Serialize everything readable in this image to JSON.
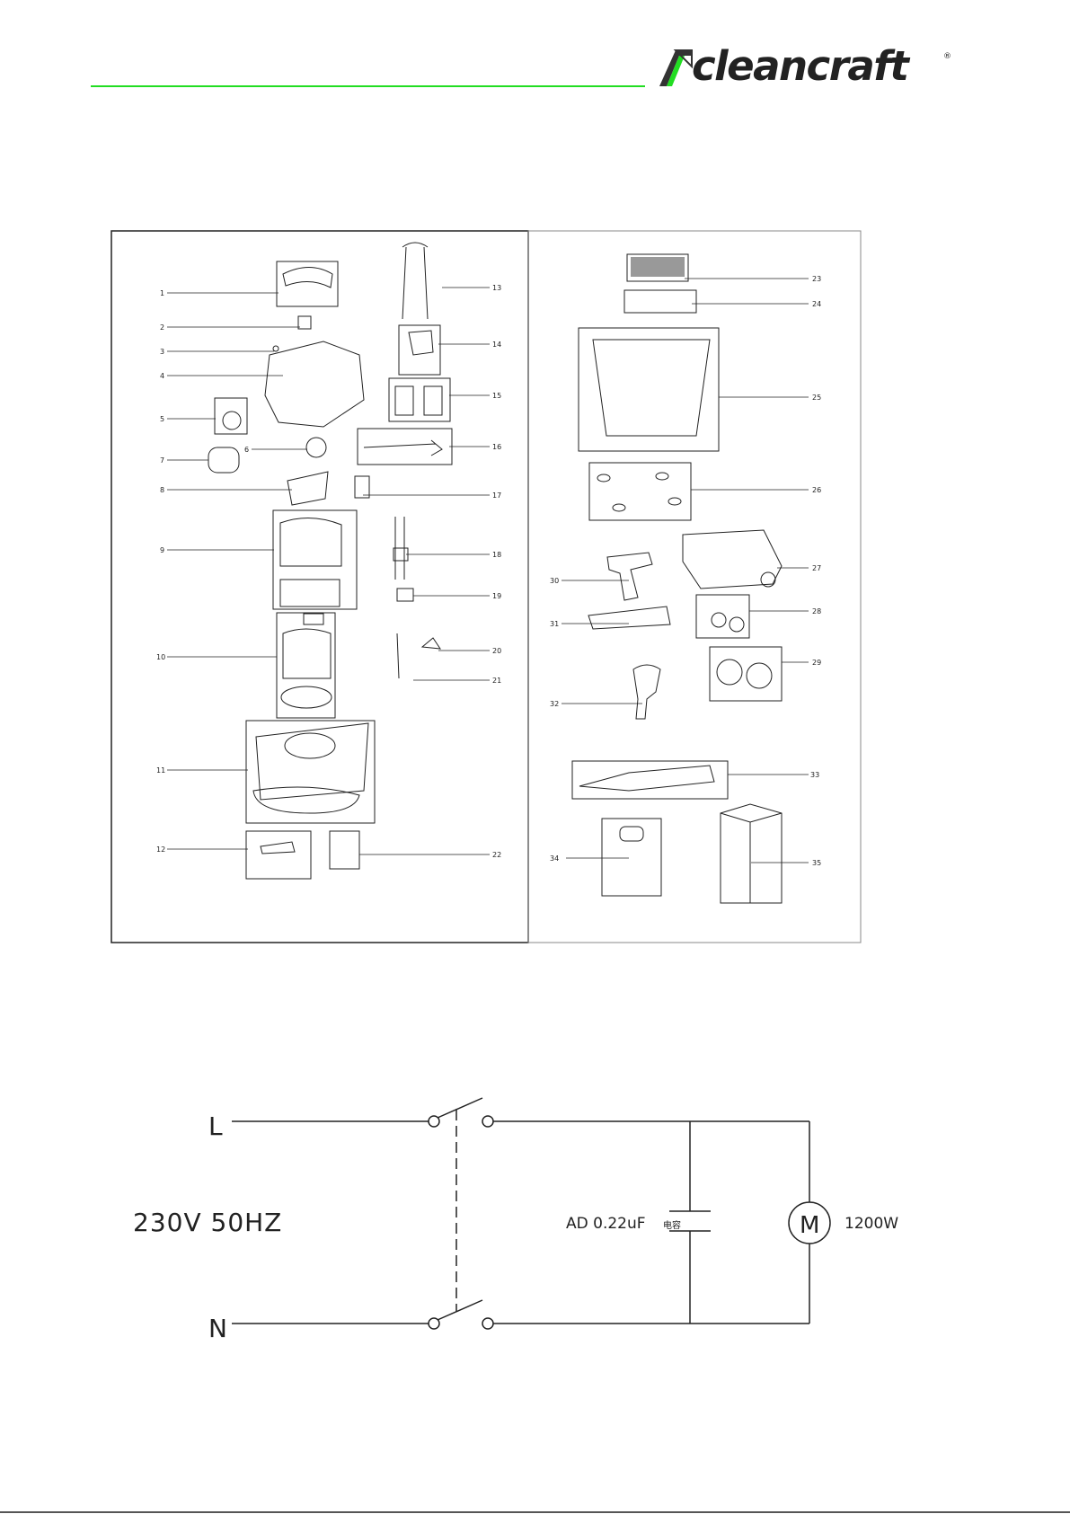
{
  "brand": {
    "name": "cleancraft",
    "registered": "®"
  },
  "colors": {
    "accent": "#22dd22",
    "ink": "#222222"
  },
  "parts_diagram": {
    "left_callouts": [
      "1",
      "2",
      "3",
      "4",
      "5",
      "7",
      "6",
      "8",
      "9",
      "10",
      "11",
      "12"
    ],
    "middle_callouts": [
      "13",
      "14",
      "15",
      "16",
      "17",
      "18",
      "19",
      "20",
      "21",
      "22"
    ],
    "right_callouts": [
      "23",
      "24",
      "25",
      "26",
      "27",
      "28",
      "29",
      "30",
      "31",
      "32",
      "33",
      "34",
      "35"
    ]
  },
  "circuit": {
    "line_label": "L",
    "neutral_label": "N",
    "supply": "230V 50HZ",
    "capacitor": "AD 0.22uF",
    "capacitor_note": "电容",
    "motor_symbol": "M",
    "motor_power": "1200W"
  }
}
